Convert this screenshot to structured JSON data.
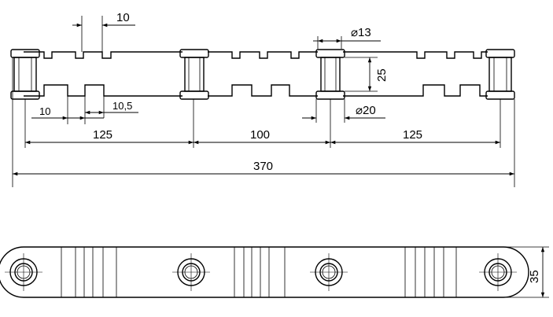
{
  "drawing": {
    "top_view": {
      "dimensions": {
        "slot_width": "10",
        "hole_diameter": "⌀13",
        "plate_height": "25",
        "tooth_width": "10",
        "tooth_gap": "10,5",
        "washer_diameter": "⌀20",
        "spacing_left": "125",
        "spacing_middle": "100",
        "spacing_right": "125",
        "overall_length": "370"
      }
    },
    "front_view": {
      "dimensions": {
        "width": "35"
      }
    }
  }
}
